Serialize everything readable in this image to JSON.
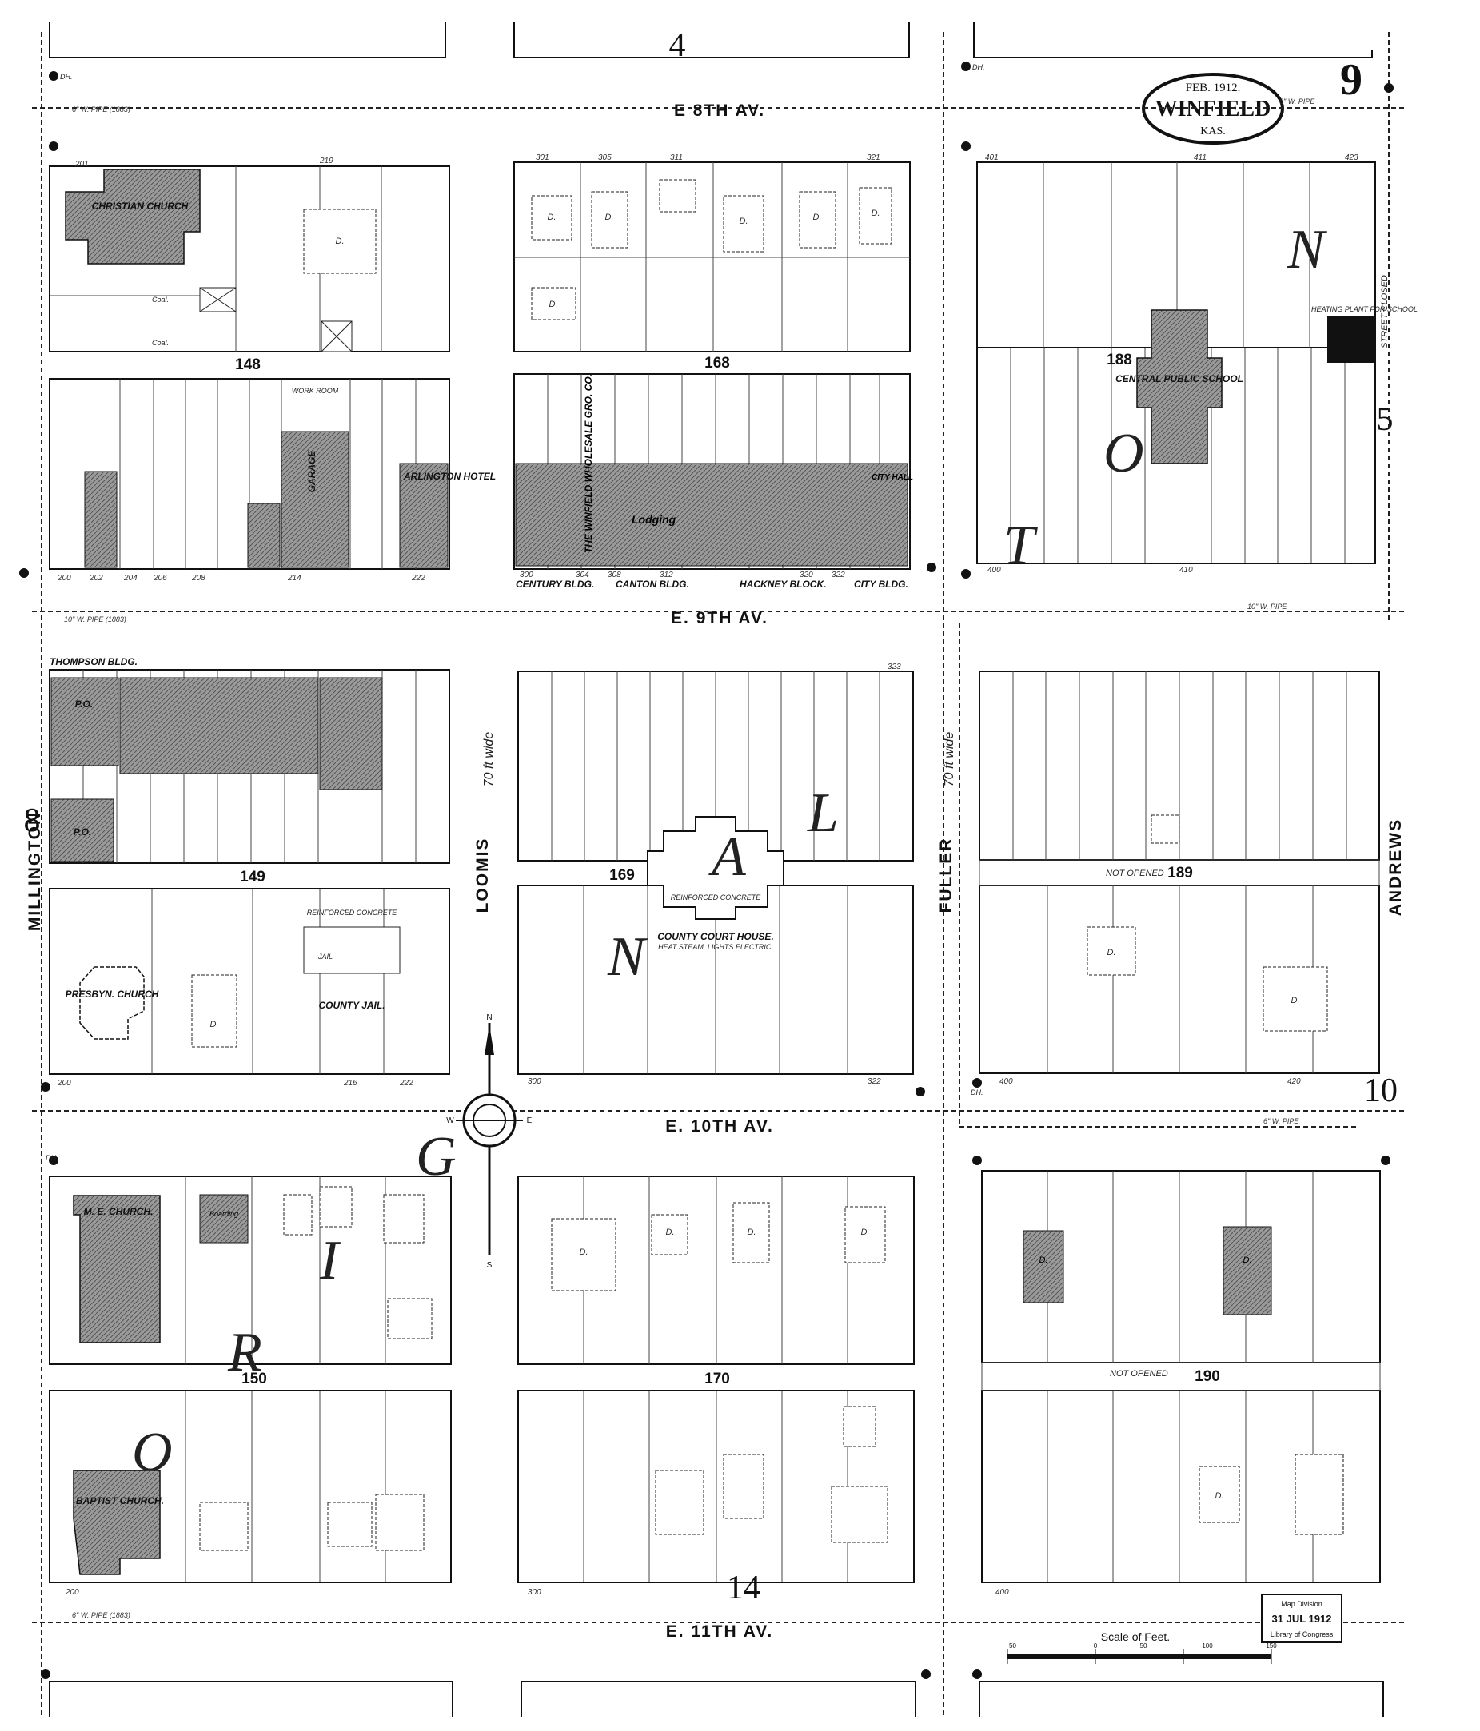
{
  "title": {
    "date": "FEB. 1912.",
    "city": "WINFIELD",
    "state": "KAS.",
    "sheet": "9"
  },
  "sheet_refs": {
    "top": "4",
    "right_upper": "5",
    "left_mid": "8",
    "right_lower": "10",
    "bottom": "14"
  },
  "streets": {
    "e8": "E      8TH      AV.",
    "e9": "E.     9TH      AV.",
    "e10": "E.     10TH      AV.",
    "e11": "E.     11TH      AV.",
    "millington": "MILLINGTON",
    "loomis": "LOOMIS",
    "fuller": "FULLER",
    "andrews": "ANDREWS",
    "seventy_wide": "70 ft wide",
    "street_closed": "STREET CLOSED",
    "not_opened": "NOT OPENED"
  },
  "blocks": {
    "b148": "148",
    "b168": "168",
    "b188": "188",
    "b149": "149",
    "b169": "169",
    "b189": "189",
    "b150": "150",
    "b170": "170",
    "b190": "190"
  },
  "buildings": {
    "christian_church": "CHRISTIAN CHURCH",
    "central_school": "CENTRAL PUBLIC SCHOOL",
    "heating_plant": "HEATING PLANT FOR SCHOOL",
    "thompson": "THOMPSON BLDG.",
    "arlington": "ARLINGTON HOTEL",
    "garage": "GARAGE",
    "workroom": "WORK ROOM",
    "wholesale": "THE WINFIELD WHOLESALE GRO. CO.",
    "lodging": "Lodging",
    "city_hall": "CITY HALL",
    "century": "CENTURY BLDG.",
    "canton": "CANTON BLDG.",
    "hackney": "HACKNEY BLOCK.",
    "citybldg": "CITY BLDG.",
    "court_house": "COUNTY COURT HOUSE.",
    "court_heat": "HEAT STEAM, LIGHTS ELECTRIC.",
    "court_concrete": "REINFORCED CONCRETE",
    "presbyn": "PRESBYN. CHURCH",
    "jail": "COUNTY JAIL.",
    "jail_small": "JAIL",
    "jail_concrete": "REINFORCED CONCRETE",
    "baptist": "BAPTIST CHURCH.",
    "methodist": "M. E. CHURCH.",
    "po": "P.O.",
    "po2": "P.O.",
    "dwelling": "D.",
    "coal": "Coal.",
    "boarding": "Boarding"
  },
  "big_letters": {
    "t": "T",
    "o": "O",
    "n": "N",
    "l": "L",
    "a": "A",
    "n2": "N",
    "i": "I",
    "g": "G",
    "r": "R",
    "o2": "O"
  },
  "pipes": {
    "p1": "6\" W. PIPE (1883)",
    "p2": "10\" W. PIPE (1883)",
    "p3": "6\" W. PIPE",
    "p4": "10\" W. PIPE",
    "p5": "6\" W. PIPE (1883)",
    "p6": "6\" W. PIPE"
  },
  "addresses": {
    "a201": "201",
    "a219": "219",
    "a301": "301",
    "a305": "305",
    "a311": "311",
    "a321": "321",
    "a401": "401",
    "a411": "411",
    "a423": "423",
    "a200": "200",
    "a202": "202",
    "a204": "204",
    "a206": "206",
    "a208": "208",
    "a214": "214",
    "a222": "222",
    "a300": "300",
    "a304": "304",
    "a308": "308",
    "a312": "312",
    "a320": "320",
    "a322": "322",
    "a400": "400",
    "a410": "410",
    "a420": "420",
    "a323": "323",
    "a216": "216"
  },
  "scale": {
    "label": "Scale of Feet.",
    "t0": "0",
    "t50": "50",
    "t100": "100",
    "t150": "150",
    "l50": "50"
  },
  "stamp": {
    "line1": "Map Division",
    "line2": "31 JUL 1912",
    "line3": "Library of Congress"
  },
  "dh": "DH.",
  "compass": {
    "n": "N",
    "s": "S",
    "e": "E",
    "w": "W"
  }
}
